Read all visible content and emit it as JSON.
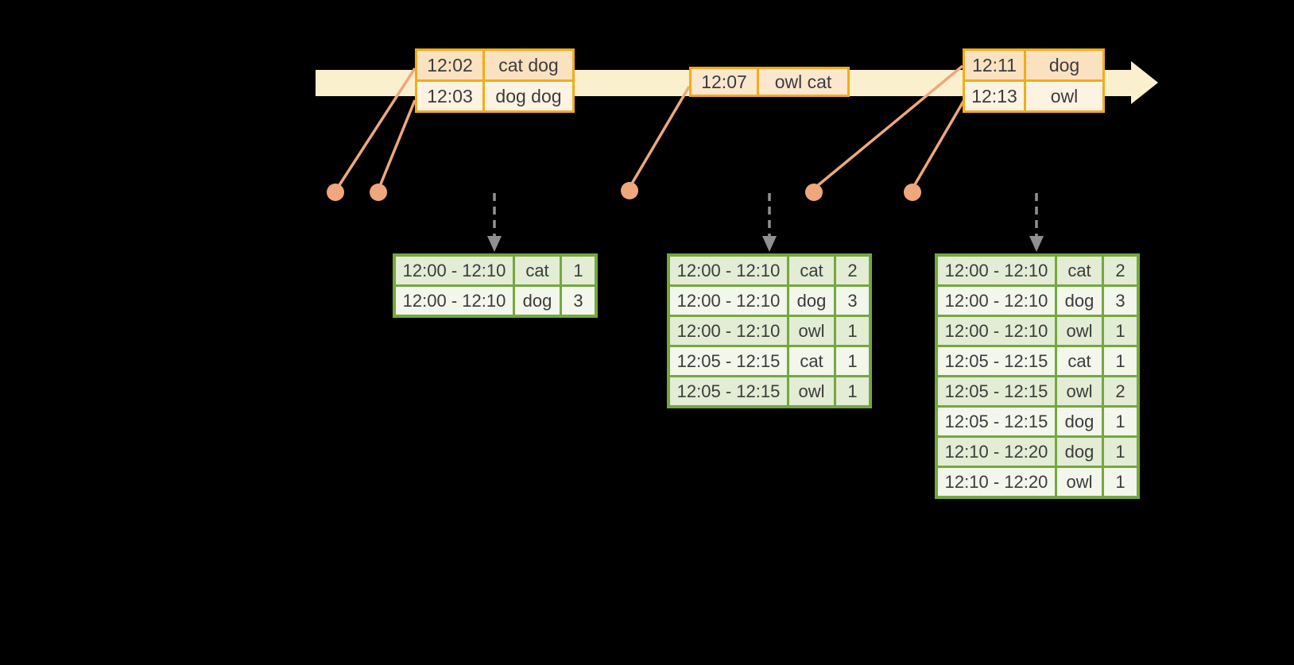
{
  "colors": {
    "background": "#000000",
    "timeline_fill": "#FBF0CD",
    "event_border": "#EFAD1D",
    "event_row_peach": "#FAE1C0",
    "event_row_peach_light": "#FBE7CE",
    "event_row_cream": "#FDF3E3",
    "connector": "#EEA87C",
    "dashed_arrow": "#909090",
    "result_border": "#74A83F",
    "result_row_dark": "#E3ECD4",
    "result_row_light": "#F2F6EB",
    "text": "#3C3C3C"
  },
  "event_tables": [
    {
      "rows": [
        {
          "time": "12:02",
          "words": "cat dog"
        },
        {
          "time": "12:03",
          "words": "dog dog"
        }
      ]
    },
    {
      "rows": [
        {
          "time": "12:07",
          "words": "owl cat"
        }
      ]
    },
    {
      "rows": [
        {
          "time": "12:11",
          "words": "dog"
        },
        {
          "time": "12:13",
          "words": "owl"
        }
      ]
    }
  ],
  "result_tables": [
    {
      "rows": [
        {
          "window": "12:00 - 12:10",
          "word": "cat",
          "count": "1"
        },
        {
          "window": "12:00 - 12:10",
          "word": "dog",
          "count": "3"
        }
      ]
    },
    {
      "rows": [
        {
          "window": "12:00 - 12:10",
          "word": "cat",
          "count": "2"
        },
        {
          "window": "12:00 - 12:10",
          "word": "dog",
          "count": "3"
        },
        {
          "window": "12:00 - 12:10",
          "word": "owl",
          "count": "1"
        },
        {
          "window": "12:05 - 12:15",
          "word": "cat",
          "count": "1"
        },
        {
          "window": "12:05 - 12:15",
          "word": "owl",
          "count": "1"
        }
      ]
    },
    {
      "rows": [
        {
          "window": "12:00 - 12:10",
          "word": "cat",
          "count": "2"
        },
        {
          "window": "12:00 - 12:10",
          "word": "dog",
          "count": "3"
        },
        {
          "window": "12:00 - 12:10",
          "word": "owl",
          "count": "1"
        },
        {
          "window": "12:05 - 12:15",
          "word": "cat",
          "count": "1"
        },
        {
          "window": "12:05 - 12:15",
          "word": "owl",
          "count": "2"
        },
        {
          "window": "12:05 - 12:15",
          "word": "dog",
          "count": "1"
        },
        {
          "window": "12:10 - 12:20",
          "word": "dog",
          "count": "1"
        },
        {
          "window": "12:10 - 12:20",
          "word": "owl",
          "count": "1"
        }
      ]
    }
  ]
}
